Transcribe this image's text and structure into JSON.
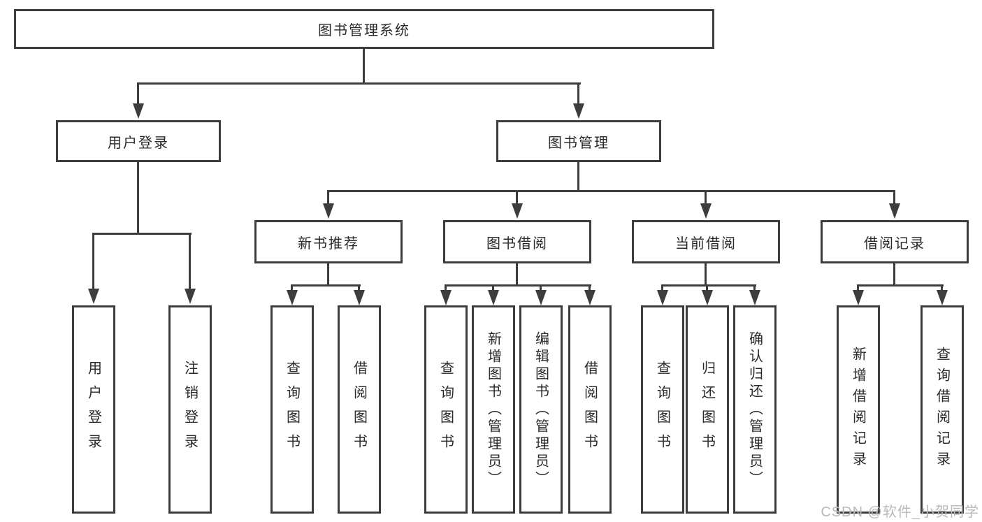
{
  "colors": {
    "line": "#3d3d3d",
    "text": "#2a2a2a",
    "watermark": "#b9b9b9",
    "background": "#ffffff"
  },
  "tree": {
    "root": {
      "label": "图书管理系统",
      "children": [
        {
          "label": "用户登录",
          "children": [
            {
              "label": "用户登录"
            },
            {
              "label": "注销登录"
            }
          ]
        },
        {
          "label": "图书管理",
          "children": [
            {
              "label": "新书推荐",
              "children": [
                {
                  "label": "查询图书"
                },
                {
                  "label": "借阅图书"
                }
              ]
            },
            {
              "label": "图书借阅",
              "children": [
                {
                  "label": "查询图书"
                },
                {
                  "label": "新增图书（管理员）"
                },
                {
                  "label": "编辑图书（管理员）"
                },
                {
                  "label": "借阅图书"
                }
              ]
            },
            {
              "label": "当前借阅",
              "children": [
                {
                  "label": "查询图书"
                },
                {
                  "label": "归还图书"
                },
                {
                  "label": "确认归还（管理员）"
                }
              ]
            },
            {
              "label": "借阅记录",
              "children": [
                {
                  "label": "新增借阅记录"
                },
                {
                  "label": "查询借阅记录"
                }
              ]
            }
          ]
        }
      ]
    }
  },
  "watermark": {
    "text": "CSDN @软件_小贺同学"
  }
}
